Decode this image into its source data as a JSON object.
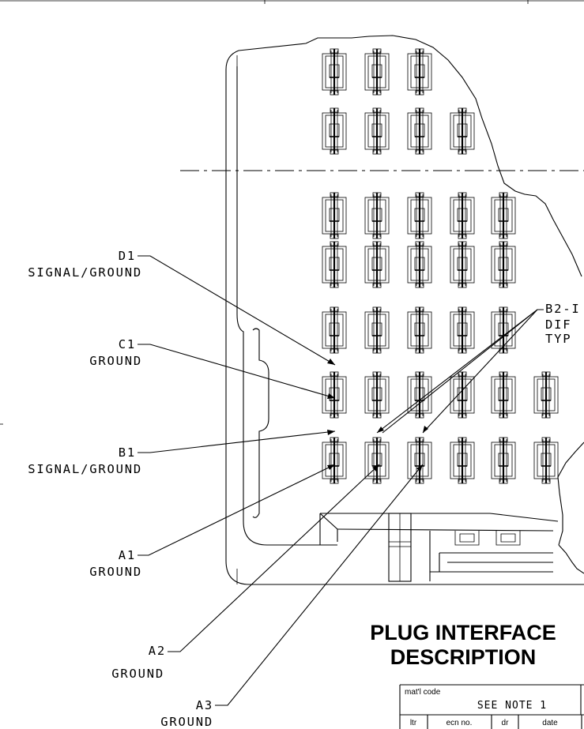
{
  "labels": {
    "d1": {
      "name": "D1",
      "type": "SIGNAL/GROUND"
    },
    "c1": {
      "name": "C1",
      "type": "GROUND"
    },
    "b1": {
      "name": "B1",
      "type": "SIGNAL/GROUND"
    },
    "a1": {
      "name": "A1",
      "type": "GROUND"
    },
    "a2": {
      "name": "A2",
      "type": "GROUND"
    },
    "a3": {
      "name": "A3",
      "type": "GROUND"
    },
    "b2": {
      "line1": "B2-I",
      "line2": "DIF",
      "line3": "TYP"
    }
  },
  "title": {
    "line1": "PLUG INTERFACE",
    "line2": "DESCRIPTION"
  },
  "title_block": {
    "matl_code_label": "mat'l code",
    "matl_code_value": "SEE NOTE 1",
    "col_ltr": "ltr",
    "col_ecn": "ecn no.",
    "col_dr": "dr",
    "col_date": "date"
  }
}
